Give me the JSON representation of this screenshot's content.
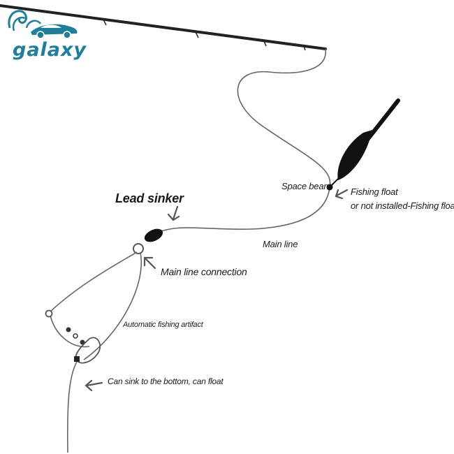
{
  "brand": {
    "name": "galaxy"
  },
  "labels": {
    "lead_sinker": "Lead sinker",
    "space_bean": "Space bean",
    "fishing_float_1": "Fishing float",
    "fishing_float_2": "or not installed-Fishing float",
    "main_line": "Main line",
    "main_line_connection": "Main line connection",
    "automatic_fishing_artifact": "Automatic fishing artifact",
    "sink_or_float": "Can sink to the bottom, can float"
  },
  "colors": {
    "line": "#666666",
    "rod": "#222222",
    "brand": "#1f7f9a",
    "arrow": "#555555"
  }
}
